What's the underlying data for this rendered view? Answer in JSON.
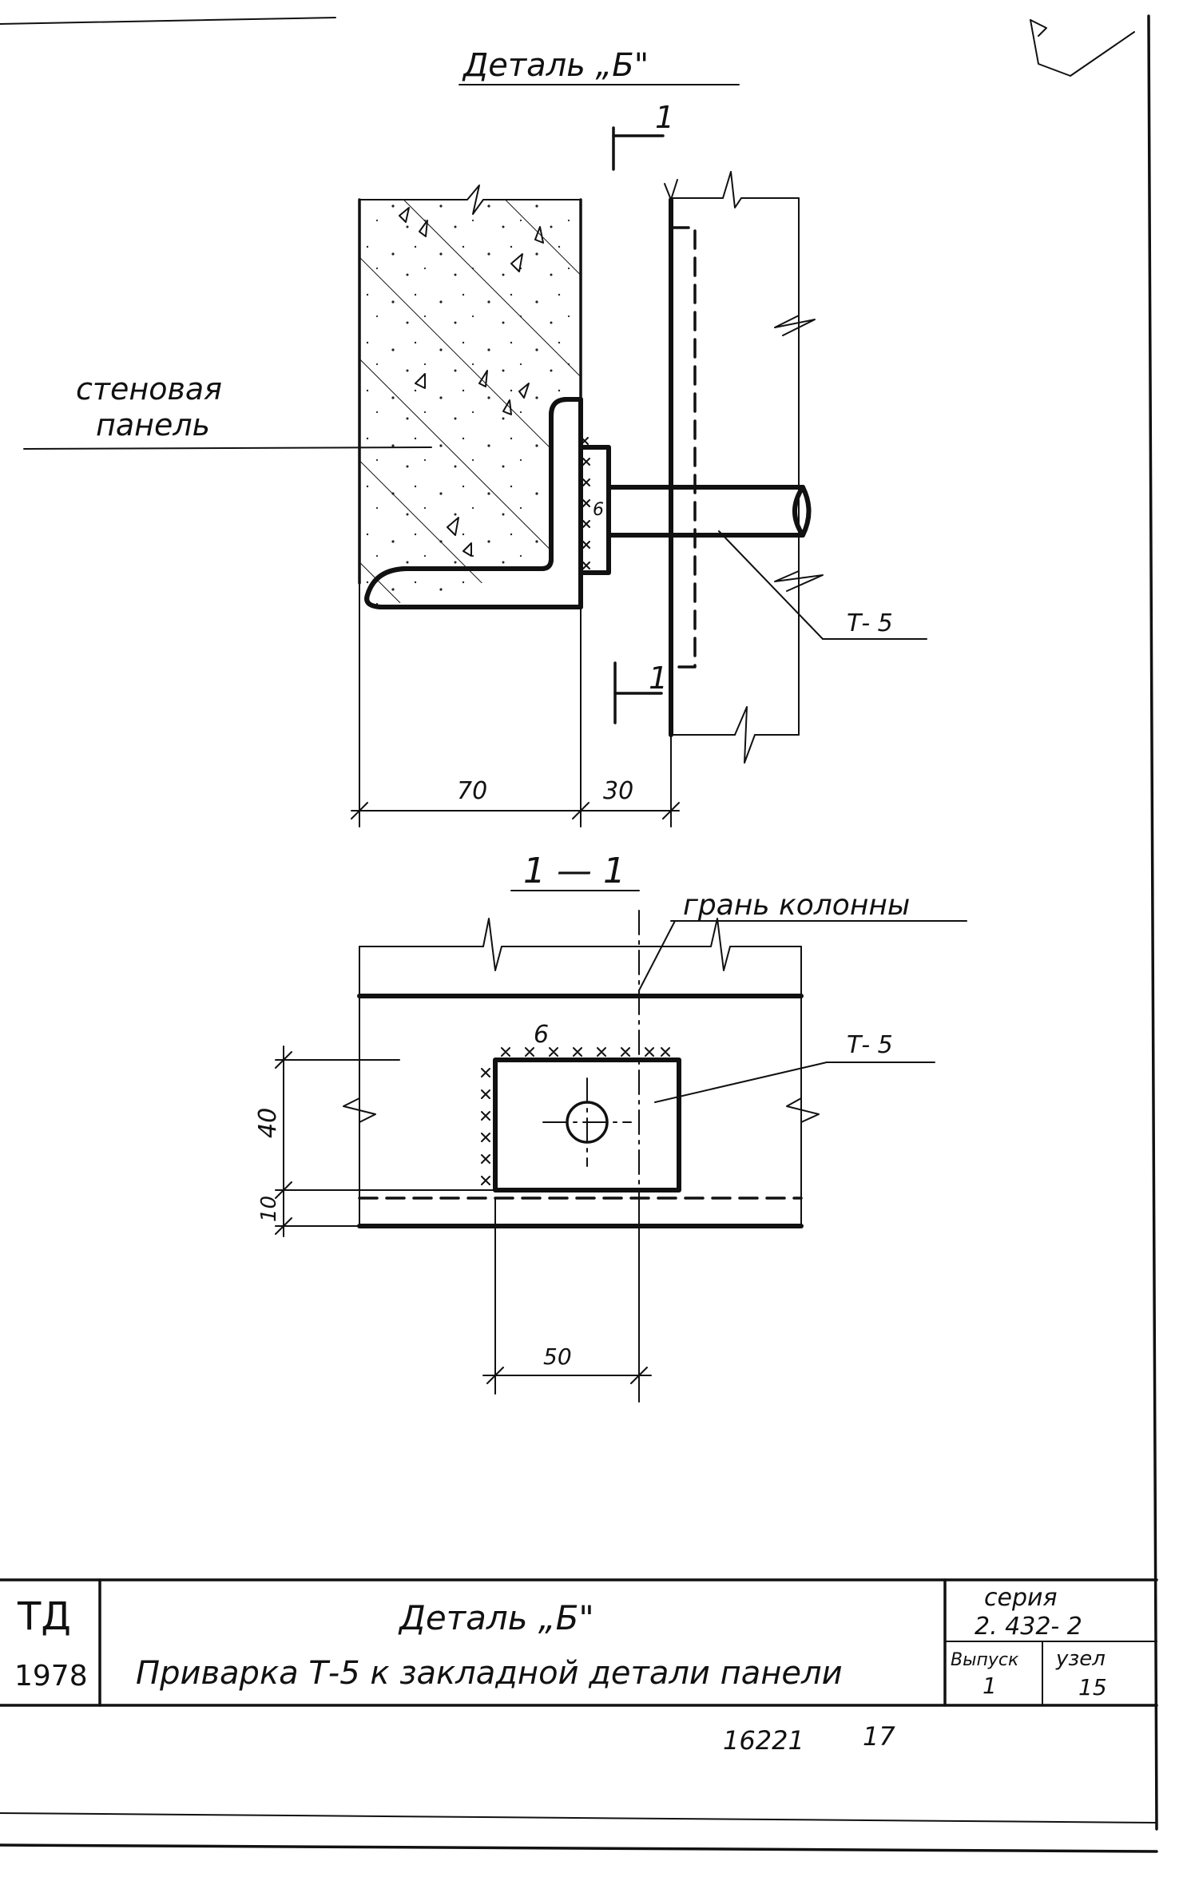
{
  "detail": {
    "title": "Деталь „Б\"",
    "section_marker_top": "1",
    "section_marker_bottom": "1",
    "wall_panel_label_line1": "стеновая",
    "wall_panel_label_line2": "панель",
    "part_label": "Т- 5",
    "weld_size": "6",
    "dim_panel": "70",
    "dim_gap": "30"
  },
  "section": {
    "title": "1 — 1",
    "column_face_label": "грань колонны",
    "part_label": "Т- 5",
    "weld_size": "6",
    "dim_height": "40",
    "dim_offset": "10",
    "dim_width": "50"
  },
  "title_block": {
    "org_line1": "ТД",
    "org_line2": "1978",
    "drawing_title": "Деталь „Б\"",
    "drawing_subtitle": "Приварка Т-5 к закладной детали панели",
    "series_label": "серия",
    "series_value": "2. 432- 2",
    "issue_label": "Выпуск",
    "issue_value": "1",
    "node_label": "узел",
    "node_value": "15"
  },
  "footer": {
    "doc_number": "16221",
    "sheet_number": "17"
  }
}
